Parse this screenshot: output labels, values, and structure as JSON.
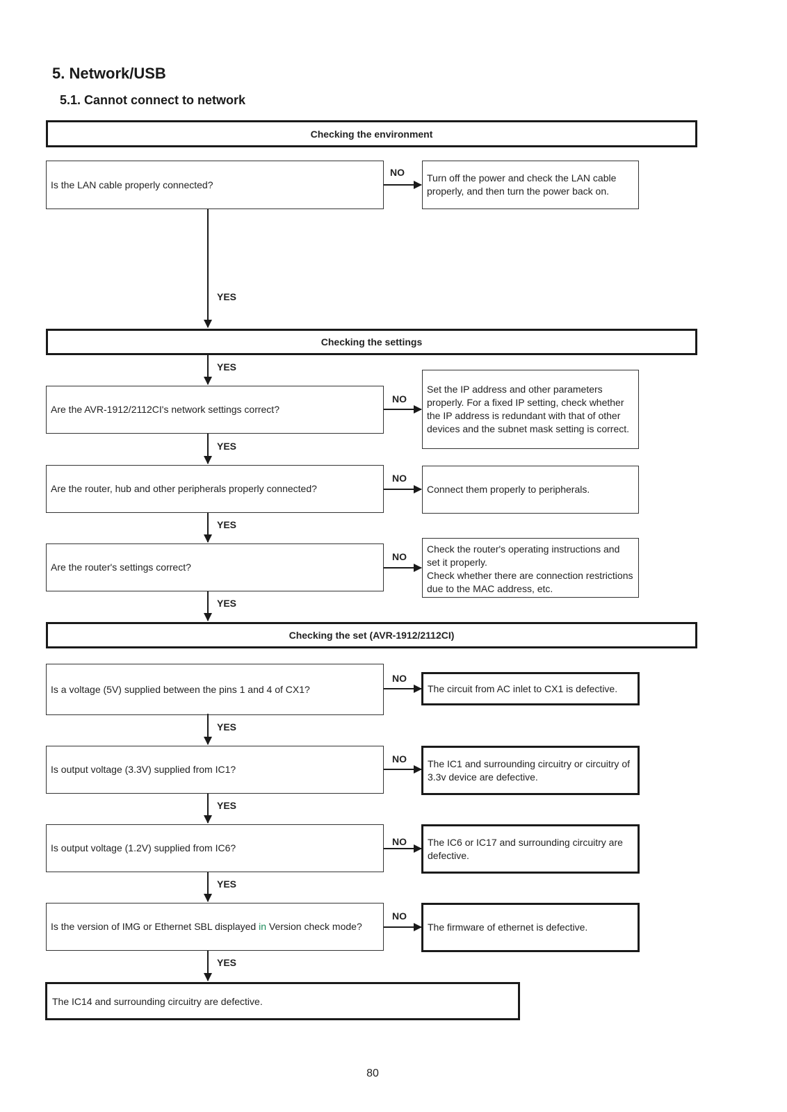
{
  "heading": "5.  Network/USB",
  "subheading": "5.1.  Cannot connect to network",
  "sections": {
    "environment": "Checking the environment",
    "settings": "Checking the settings",
    "set": "Checking the set (AVR-1912/2112CI)"
  },
  "labels": {
    "yes": "YES",
    "no": "NO"
  },
  "questions": {
    "lan": "Is the LAN cable properly connected?",
    "network": "Are the AVR-1912/2112CI's network settings correct?",
    "peripherals": "Are the router, hub and other peripherals properly connected?",
    "router": "Are the router's settings correct?",
    "v5": "Is a voltage (5V) supplied between the pins 1 and 4 of CX1?",
    "ic1": "Is output voltage (3.3V) supplied from IC1?",
    "ic6": "Is output voltage (1.2V) supplied from IC6?",
    "version_a": "Is the version of IMG or Ethernet SBL displayed ",
    "version_in": "in",
    "version_b": " Version check mode?"
  },
  "answers": {
    "lan": "Turn off the power and check the LAN cable properly, and then turn the power back on.",
    "network": "Set the IP address and other parameters properly. For a fixed IP setting, check whether the IP address is redundant with that of other devices and the subnet mask setting is correct.",
    "peripherals": "Connect them properly to peripherals.",
    "router_1": "Check the router's operating instructions and set it properly.",
    "router_2": "Check whether there are connection restrictions due to the MAC address, etc.",
    "v5": "The circuit from AC inlet to CX1 is defective.",
    "ic1": "The IC1 and surrounding circuitry or circuitry of 3.3v device are defective.",
    "ic6": "The IC6 or IC17 and surrounding circuitry are defective.",
    "version": "The firmware of ethernet is defective."
  },
  "final": "The IC14 and surrounding circuitry are defective.",
  "page_number": "80"
}
